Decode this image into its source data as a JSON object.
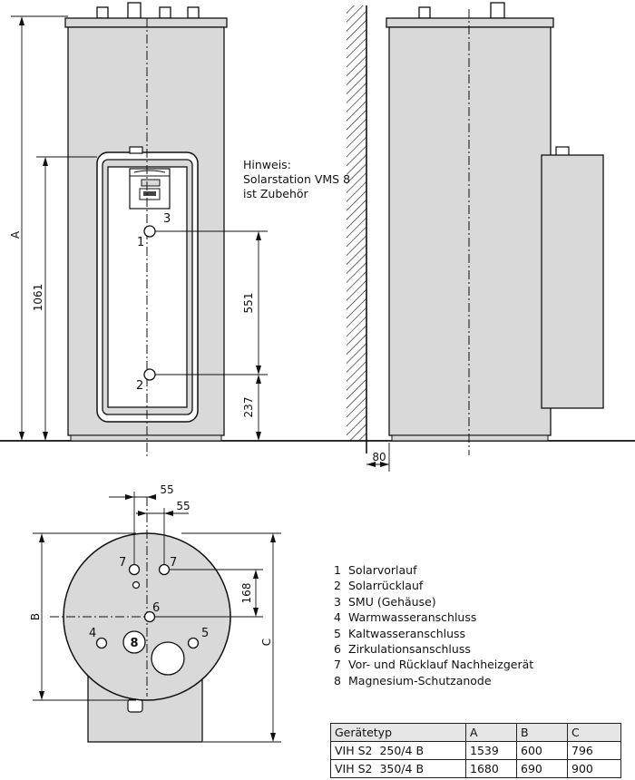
{
  "note": {
    "line1": "Hinweis:",
    "line2": "Solarstation VMS 8",
    "line3": "ist Zubehör"
  },
  "dims": {
    "a": "A",
    "h1061": "1061",
    "h551": "551",
    "h237": "237",
    "w80": "80",
    "d55a": "55",
    "d55b": "55",
    "b": "B",
    "c": "C",
    "d168": "168"
  },
  "callouts": {
    "n1": "1",
    "n2": "2",
    "n3": "3",
    "n4": "4",
    "n5": "5",
    "n6": "6",
    "n7a": "7",
    "n7b": "7",
    "n8": "8"
  },
  "legend": [
    {
      "num": "1",
      "label": "Solarvorlauf"
    },
    {
      "num": "2",
      "label": "Solarrücklauf"
    },
    {
      "num": "3",
      "label": "SMU (Gehäuse)"
    },
    {
      "num": "4",
      "label": "Warmwasseranschluss"
    },
    {
      "num": "5",
      "label": "Kaltwasseranschluss"
    },
    {
      "num": "6",
      "label": "Zirkulationsanschluss"
    },
    {
      "num": "7",
      "label": "Vor- und Rücklauf Nachheizgerät"
    },
    {
      "num": "8",
      "label": "Magnesium-Schutzanode"
    }
  ],
  "table": {
    "header": [
      "Gerätetyp",
      "A",
      "B",
      "C"
    ],
    "rows": [
      [
        "VIH S2  250/4 B",
        "1539",
        "600",
        "796"
      ],
      [
        "VIH S2  350/4 B",
        "1680",
        "690",
        "900"
      ]
    ]
  },
  "colors": {
    "fill": "#d9d9d9",
    "line": "#111111"
  }
}
